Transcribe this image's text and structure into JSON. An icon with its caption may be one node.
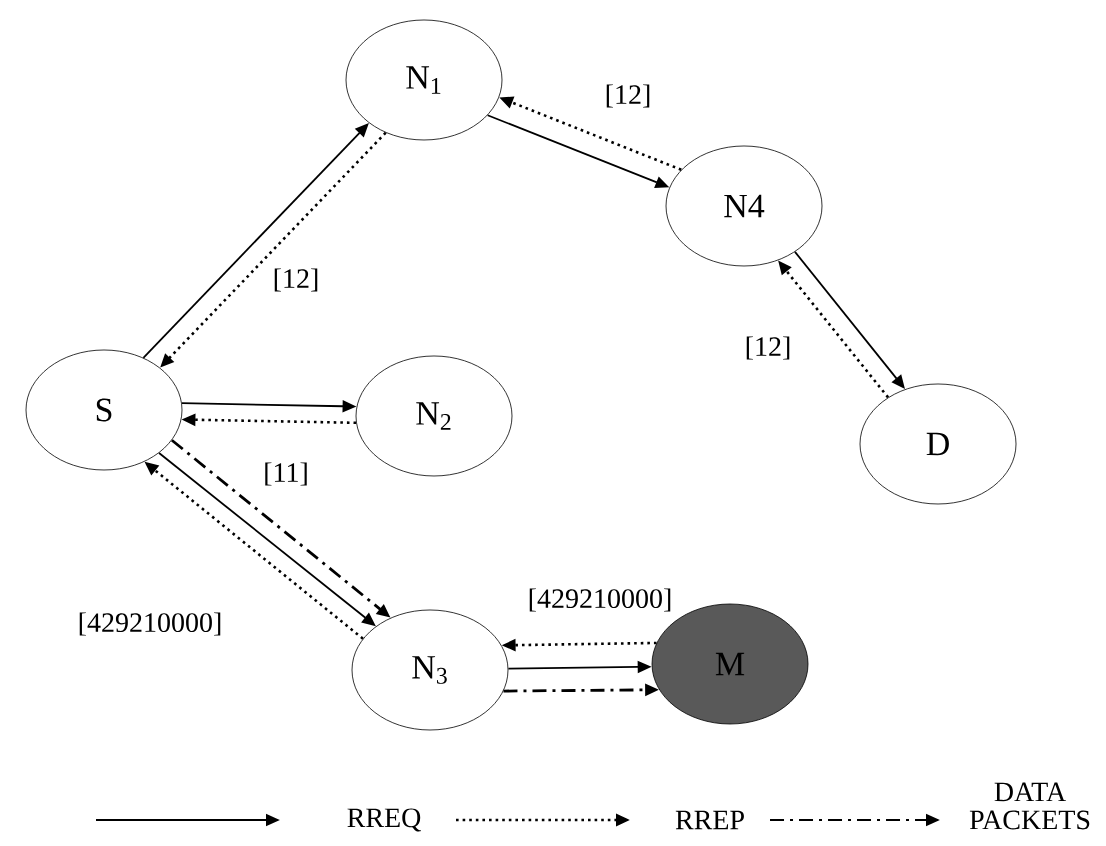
{
  "diagram": {
    "nodes": [
      {
        "text": [
          "S"
        ]
      },
      {
        "text": [
          "N$_{1}$"
        ]
      },
      {
        "text": [
          "N$_{2}$"
        ]
      },
      {
        "text": [
          "N4"
        ]
      },
      {
        "text": [
          "D"
        ]
      },
      {
        "text": [
          "N$_{3}$"
        ]
      },
      {
        "text": [
          "M"
        ]
      }
    ],
    "edges": [
      {
        "from": 0,
        "to": 1,
        "arrow": "to"
      },
      {
        "from": 1,
        "to": 0,
        "arrow": "to",
        "style": "dashed",
        "label": "[12]"
      },
      {
        "from": 1,
        "to": 3,
        "arrow": "to"
      },
      {
        "from": 3,
        "to": 1,
        "arrow": "to",
        "style": "dashed",
        "label": "[12]"
      },
      {
        "from": 3,
        "to": 4,
        "arrow": "to"
      },
      {
        "from": 4,
        "to": 3,
        "arrow": "to",
        "style": "dashed",
        "label": "[12]"
      },
      {
        "from": 0,
        "to": 2,
        "arrow": "to"
      },
      {
        "from": 2,
        "to": 0,
        "arrow": "to",
        "style": "dashed",
        "label": "[11]"
      },
      {
        "from": 0,
        "to": 5,
        "arrow": "to"
      },
      {
        "from": 5,
        "to": 0,
        "arrow": "to",
        "style": "dashed",
        "label": "[429210000]"
      },
      {
        "from": 0,
        "to": 5,
        "arrow": "to",
        "style": "dashed"
      },
      {
        "from": 5,
        "to": 6,
        "arrow": "to"
      },
      {
        "from": 6,
        "to": 5,
        "arrow": "to",
        "style": "dashed",
        "label": "[429210000]"
      },
      {
        "from": 5,
        "to": 6,
        "arrow": "to",
        "style": "dashed"
      }
    ],
    "legend": [
      {
        "text": "RREQ"
      },
      {
        "text": "RREP"
      },
      {
        "text": "DATA PACKETS"
      }
    ]
  }
}
